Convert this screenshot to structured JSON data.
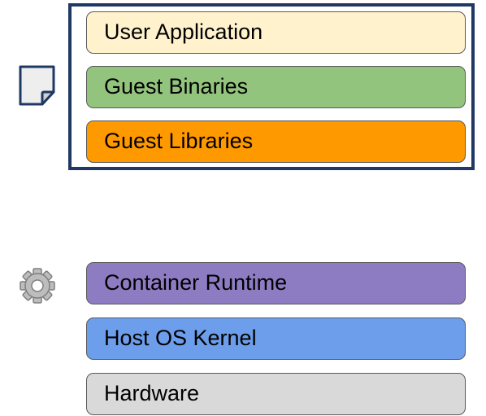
{
  "diagram": {
    "image_layers": [
      {
        "label": "User Application",
        "fill": "#fff2cc"
      },
      {
        "label": "Guest Binaries",
        "fill": "#93c47d"
      },
      {
        "label": "Guest Libraries",
        "fill": "#ff9900"
      }
    ],
    "host_layers": [
      {
        "label": "Container Runtime",
        "fill": "#8e7cc3"
      },
      {
        "label": "Host OS Kernel",
        "fill": "#6d9eeb"
      },
      {
        "label": "Hardware",
        "fill": "#d9d9d9"
      }
    ],
    "icons": {
      "image": "document-icon",
      "runtime": "gear-icon"
    },
    "colors": {
      "image_border": "#1f3864",
      "layer_border": "#595959"
    }
  }
}
